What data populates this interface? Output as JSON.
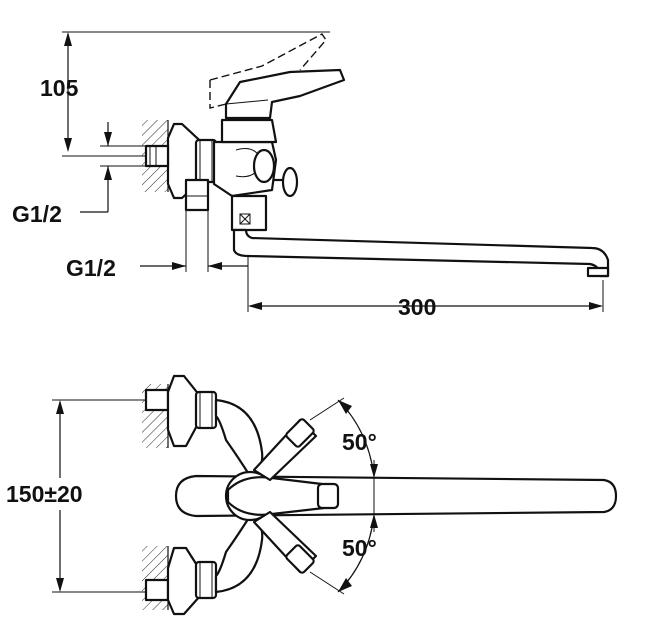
{
  "dimensions": {
    "height_lever": "105",
    "thread_top": "G1/2",
    "thread_bottom": "G1/2",
    "spout_length": "300",
    "center_distance": "150±20",
    "angle_top": "50°",
    "angle_bottom": "50°"
  },
  "colors": {
    "line": "#111111",
    "background": "#ffffff"
  }
}
